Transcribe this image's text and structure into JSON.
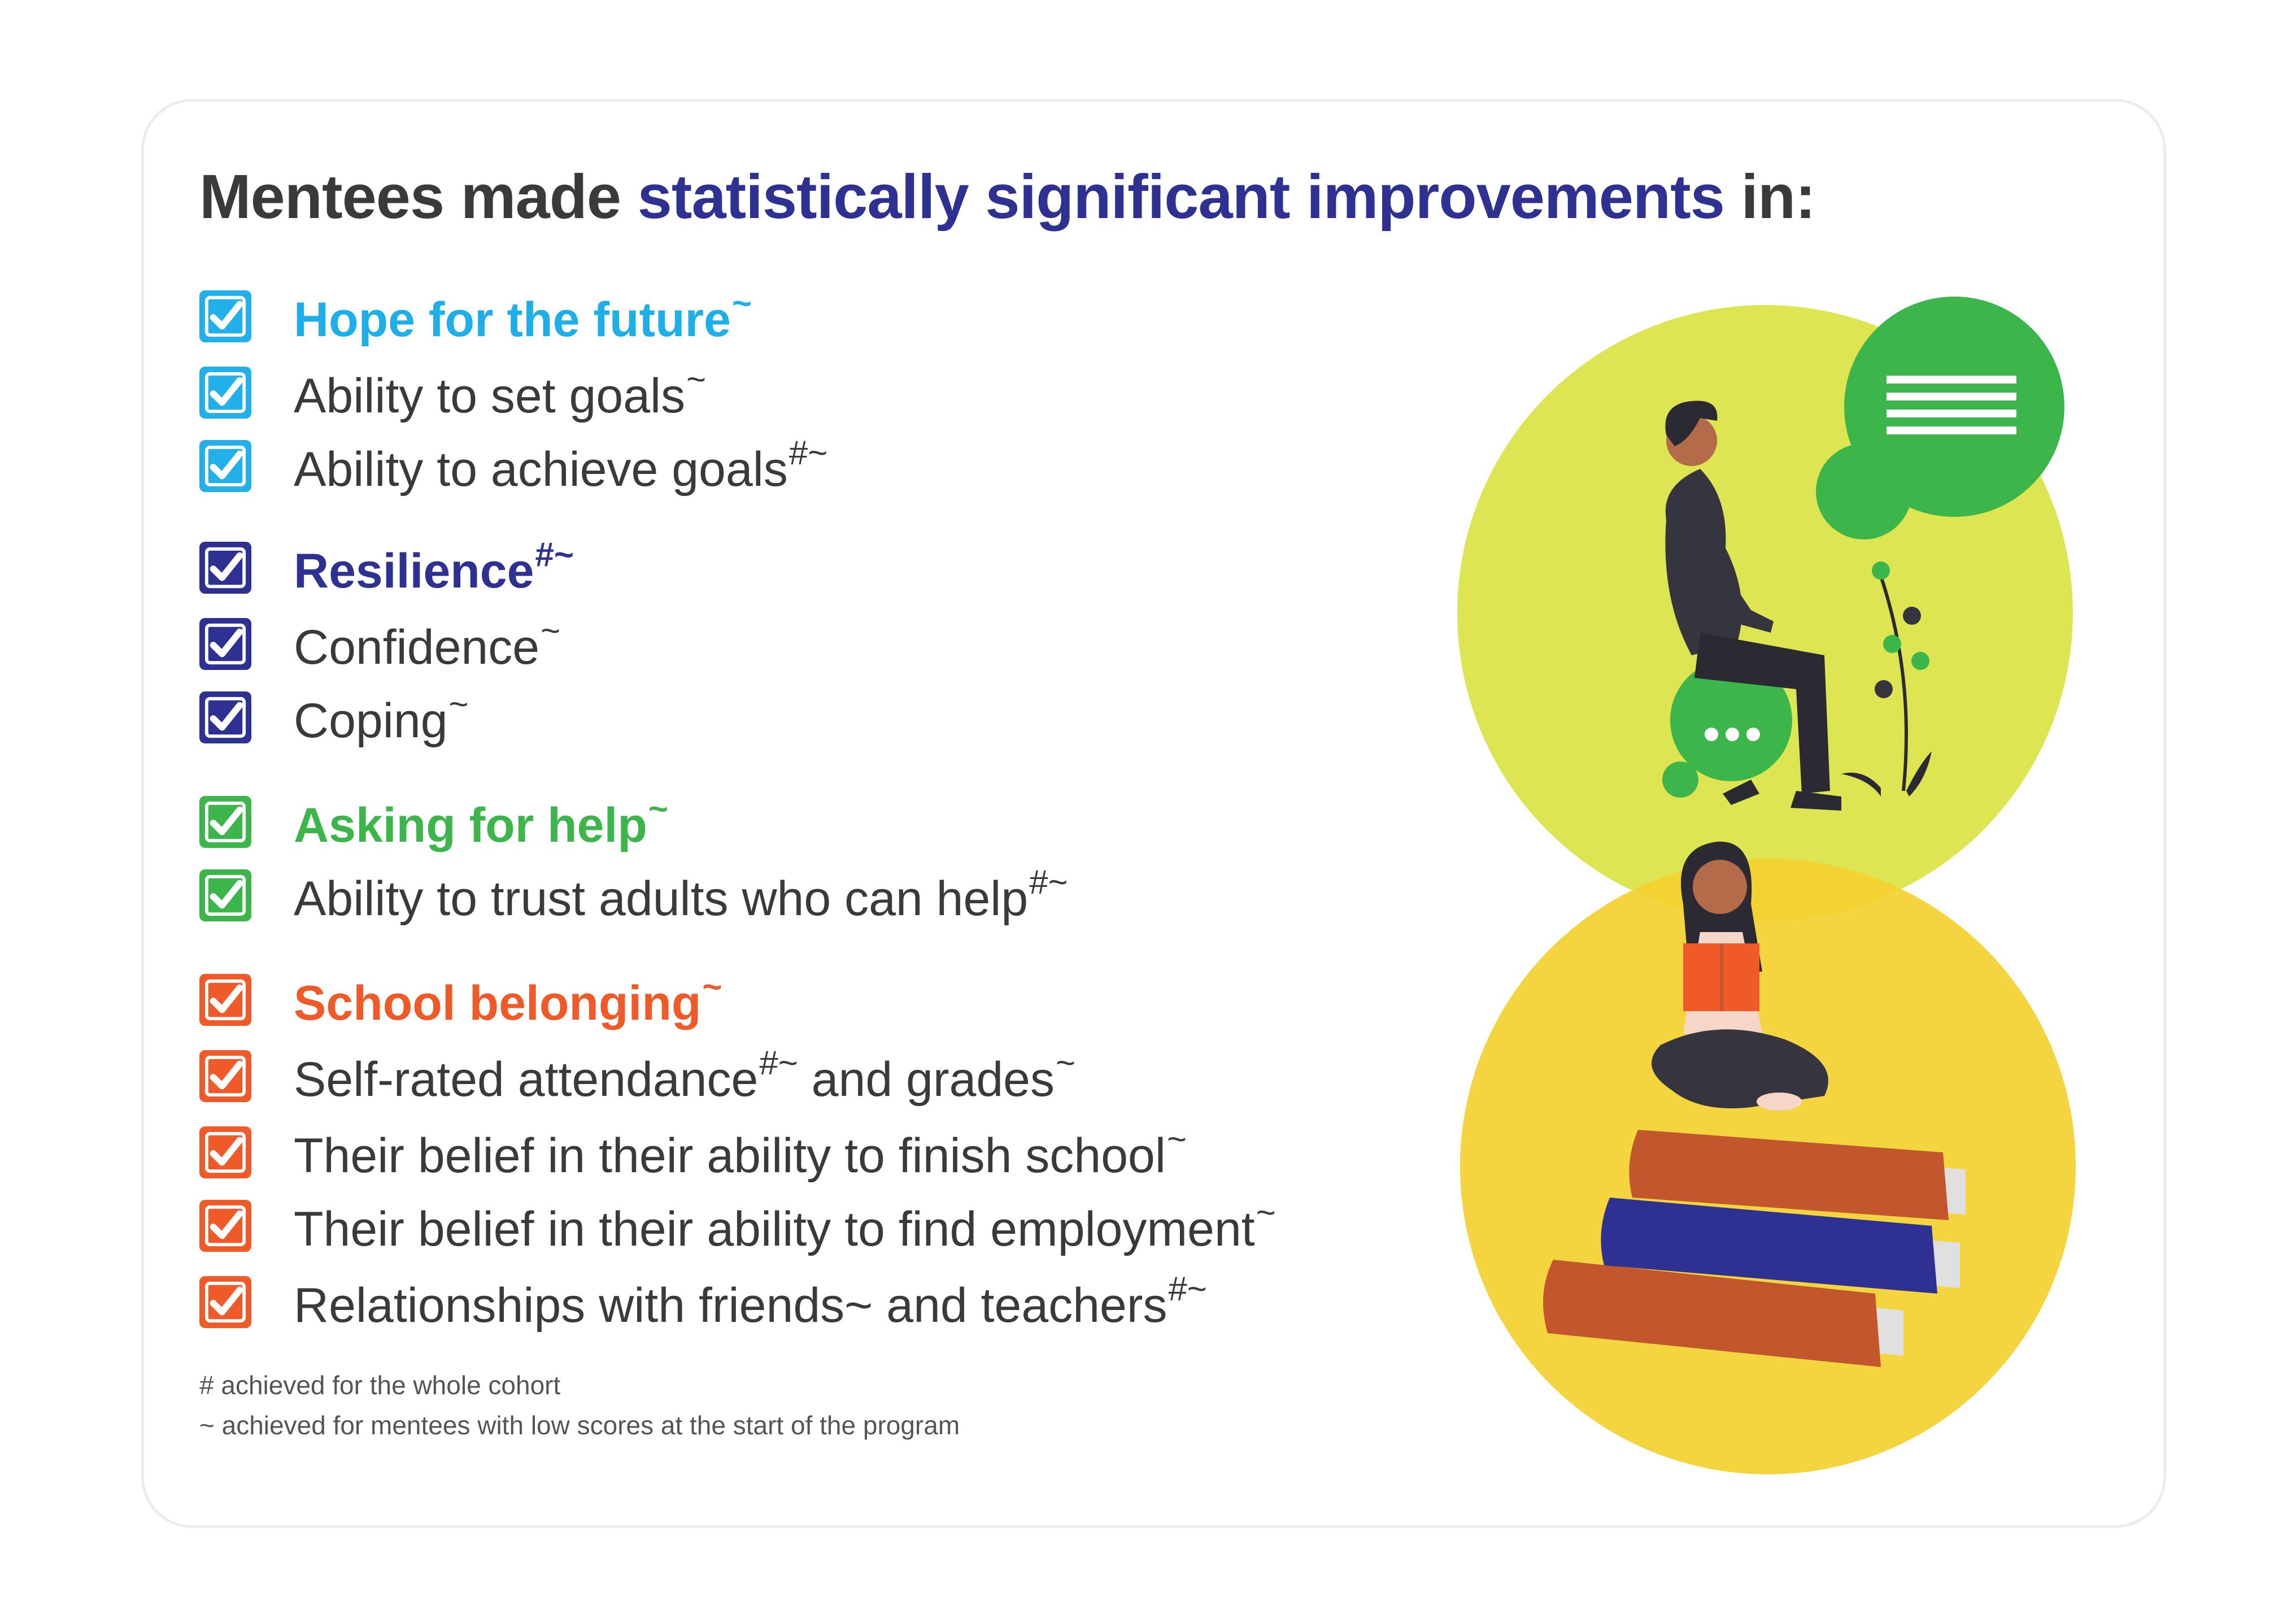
{
  "title": {
    "pre": "Mentees made",
    "highlight": "statistically significant improvements",
    "post": "in:"
  },
  "colors": {
    "blue": "#22b0ea",
    "navy": "#2e3192",
    "green": "#3cb54a",
    "orange": "#f05a28",
    "circle_top": "#dde553",
    "circle_bottom": "#f3d12f"
  },
  "groups": [
    {
      "color": "blue",
      "items": [
        {
          "text": "Hope for the future",
          "mark": "~",
          "heading": true
        },
        {
          "text": "Ability to set goals",
          "mark": "~"
        },
        {
          "text": "Ability to achieve goals",
          "mark": "#~"
        }
      ]
    },
    {
      "color": "navy",
      "items": [
        {
          "text": "Resilience",
          "mark": "#~",
          "heading": true
        },
        {
          "text": "Confidence",
          "mark": "~"
        },
        {
          "text": "Coping",
          "mark": "~"
        }
      ]
    },
    {
      "color": "green",
      "items": [
        {
          "text": "Asking for help",
          "mark": "~",
          "heading": true
        },
        {
          "text": "Ability to trust adults who can help",
          "mark": "#~"
        }
      ]
    },
    {
      "color": "orange",
      "items": [
        {
          "text": "School belonging",
          "mark": "~",
          "heading": true
        },
        {
          "text": "Self-rated attendance",
          "mark": "#~",
          "text2": " and grades",
          "mark2": "~"
        },
        {
          "text": "Their belief in their ability to finish school",
          "mark": "~"
        },
        {
          "text": "Their belief in their ability to find employment",
          "mark": "~"
        },
        {
          "text": "Relationships with friends~ and teachers",
          "mark": "#~"
        }
      ]
    }
  ],
  "notes": [
    "#  achieved for the whole cohort",
    "~  achieved for mentees with low scores at the start of the program"
  ]
}
